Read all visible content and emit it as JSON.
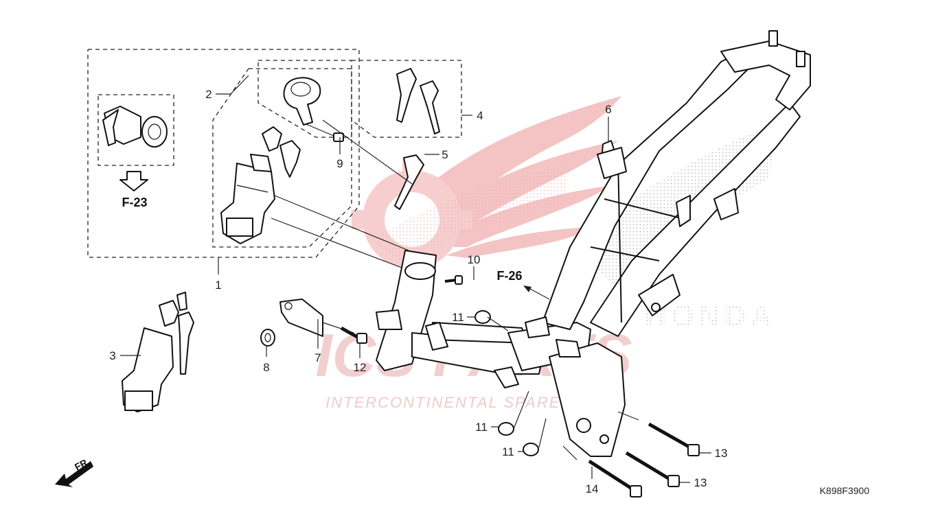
{
  "diagram": {
    "callouts": {
      "c1": "1",
      "c2": "2",
      "c3": "3",
      "c4": "4",
      "c5": "5",
      "c6": "6",
      "c7": "7",
      "c8": "8",
      "c9": "9",
      "c10": "10",
      "c11a": "11",
      "c11b": "11",
      "c11c": "11",
      "c12": "12",
      "c13a": "13",
      "c13b": "13",
      "c14": "14"
    },
    "refs": {
      "f23": "F-23",
      "f26": "F-26"
    },
    "direction_label": "FR.",
    "diagram_code": "K898F3900"
  },
  "watermark": {
    "brand": "ICS PARTS",
    "tagline": "INTERCONTINENTAL SPARE PARTS",
    "maker": "HONDA",
    "colors": {
      "red": "#e23a3a",
      "gray": "#c8c8c8"
    }
  }
}
